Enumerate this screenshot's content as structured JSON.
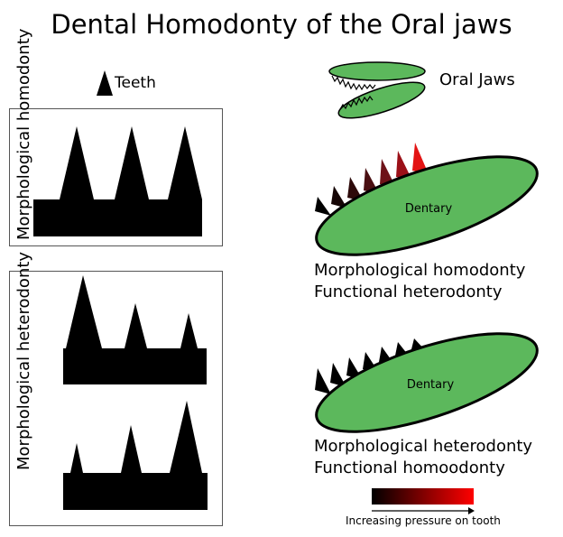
{
  "title": "Dental Homodonty of the Oral jaws",
  "legend": {
    "teeth_label": "Teeth",
    "oral_jaws_label": "Oral Jaws"
  },
  "panels": {
    "morphological_homodonty_label": "Morphological homodonty",
    "morphological_heterodonty_label": "Morphological heterodonty"
  },
  "jaws": [
    {
      "bone_label": "Dentary",
      "caption_line1": "Morphological homodonty",
      "caption_line2": "Functional heterodonty"
    },
    {
      "bone_label": "Dentary",
      "caption_line1": "Morphological heterodonty",
      "caption_line2": "Functional homoodonty"
    }
  ],
  "pressure_scale": {
    "label": "Increasing pressure on tooth",
    "color_low": "#000000",
    "color_high": "#ff0000"
  },
  "colors": {
    "jaw_fill": "#5cb85c",
    "jaw_stroke": "#000000",
    "tooth_fill": "#000000"
  }
}
